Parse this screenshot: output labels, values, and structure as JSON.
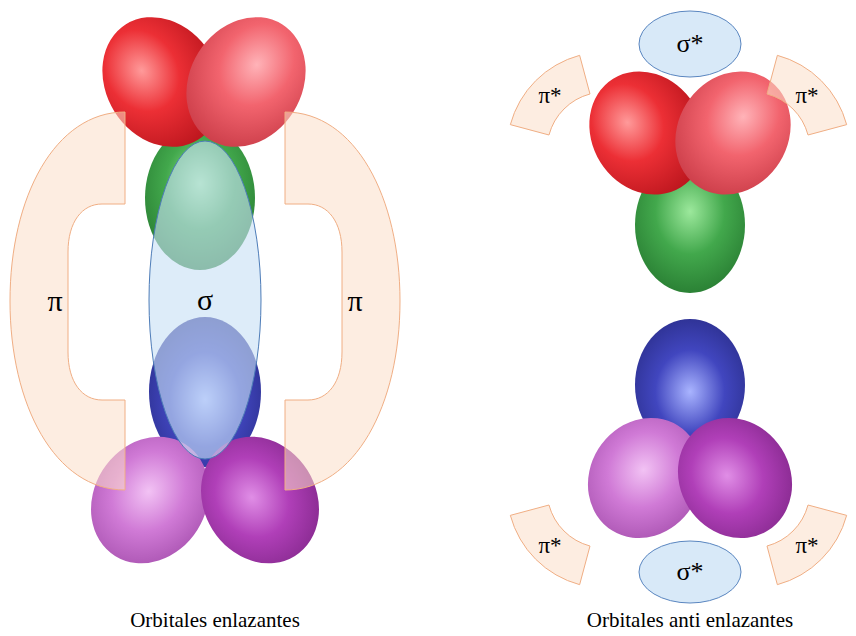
{
  "diagram": {
    "nodes": [
      {
        "text": [
          "π"
        ]
      },
      {
        "text": [
          "σ"
        ]
      },
      {
        "text": [
          "π"
        ]
      },
      {
        "text": [
          "σ*"
        ]
      },
      {
        "text": [
          "π*"
        ]
      },
      {
        "text": [
          "π*"
        ]
      },
      {
        "text": [
          "π*"
        ]
      },
      {
        "text": [
          "π*"
        ]
      },
      {
        "text": [
          "σ*"
        ]
      }
    ],
    "labels": [
      "Orbitales enlazantes",
      "Orbitales anti enlazantes"
    ]
  }
}
